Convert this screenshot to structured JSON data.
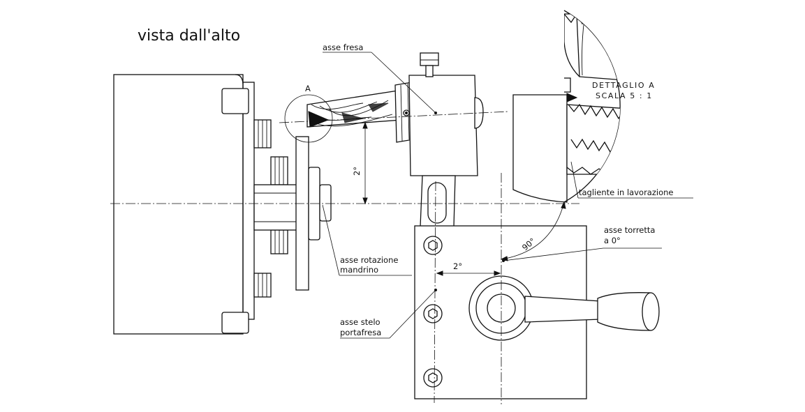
{
  "title": "vista dall'alto",
  "detail_marker": "A",
  "labels": {
    "asse_fresa": "asse fresa",
    "dettaglio_line1": "DETTAGLIO A",
    "dettaglio_line2": "SCALA 5 : 1",
    "tagliente": "tagliente in lavorazione",
    "asse_torretta_line1": "asse torretta",
    "asse_torretta_line2": "a 0°",
    "asse_rotazione_line1": "asse rotazione",
    "asse_rotazione_line2": "mandrino",
    "asse_stelo_line1": "asse stelo",
    "asse_stelo_line2": "portafresa"
  },
  "dimensions": {
    "angle_vertical": "2°",
    "angle_horizontal": "2°",
    "angle_torretta": "90°"
  }
}
